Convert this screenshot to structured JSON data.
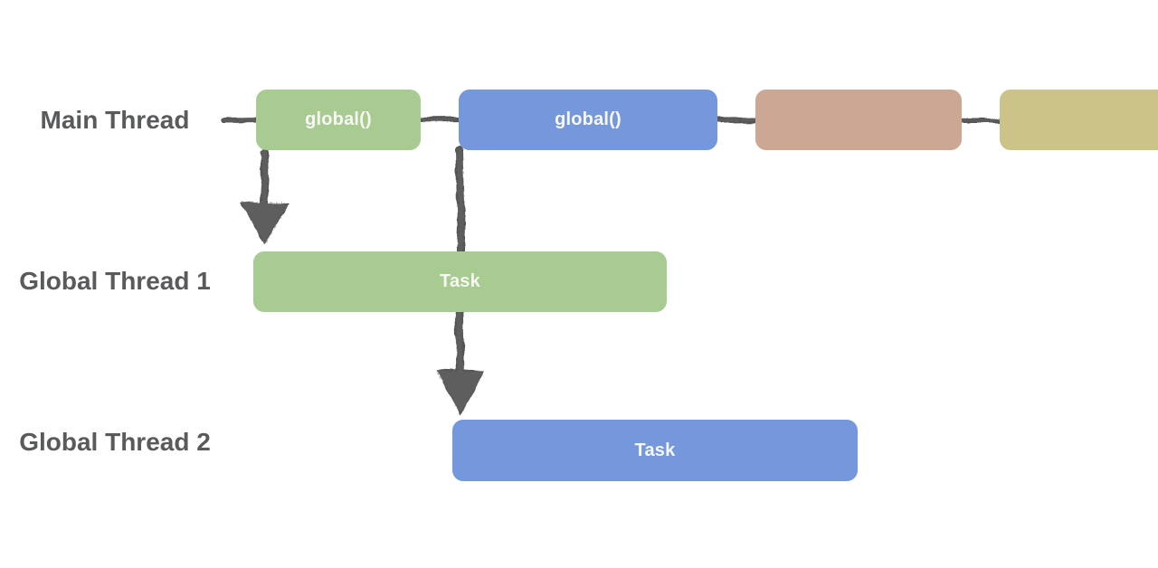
{
  "diagram": {
    "background": "#ffffff",
    "label_color": "#595a5c",
    "connector_color": "#525252",
    "connector_grain_color": "#6b6b6b",
    "box_text_color": "#f7f8f3",
    "lanes": [
      {
        "label": "Main Thread"
      },
      {
        "label": "Global Thread 1"
      },
      {
        "label": "Global Thread 2"
      }
    ],
    "main_thread_boxes": [
      {
        "label": "global()",
        "color": "#a7cb90"
      },
      {
        "label": "global()",
        "color": "#7598dc"
      },
      {
        "label": "",
        "color": "#cba794"
      },
      {
        "label": "",
        "color": "#ccc389"
      }
    ],
    "task_boxes": [
      {
        "lane": "Global Thread 1",
        "label": "Task",
        "color": "#a7cb90"
      },
      {
        "lane": "Global Thread 2",
        "label": "Task",
        "color": "#7598dc"
      }
    ],
    "arrows": [
      {
        "from": "global() green block on Main Thread",
        "to": "Task on Global Thread 1"
      },
      {
        "from": "global() blue block on Main Thread",
        "to": "Task on Global Thread 2"
      }
    ]
  }
}
